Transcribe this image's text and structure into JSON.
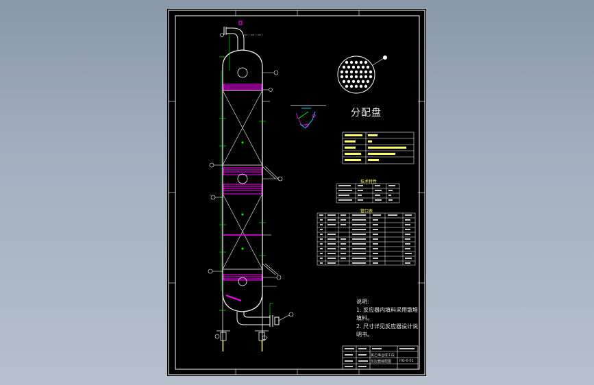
{
  "drawing": {
    "detail_title": "分配盘",
    "notes": {
      "heading": "说明:",
      "line1": "1. 反应器内填料采用散堆填料。",
      "line2": "2. 尺寸详见反应器设计说明书。"
    },
    "table_titles": {
      "design_data": "技术特性",
      "nozzles": "管口表"
    },
    "title_block": {
      "project": "氯乙烯合成工段",
      "drawing_name": "反应器装配图",
      "drawing_no": "HG-0-01"
    }
  },
  "colors": {
    "background": "#9aa6b6",
    "sheet": "#000000",
    "line_white": "#ffffff",
    "line_green": "#00ff00",
    "line_magenta": "#ff00ff",
    "line_yellow": "#ffff00",
    "line_cyan": "#00ffff"
  }
}
